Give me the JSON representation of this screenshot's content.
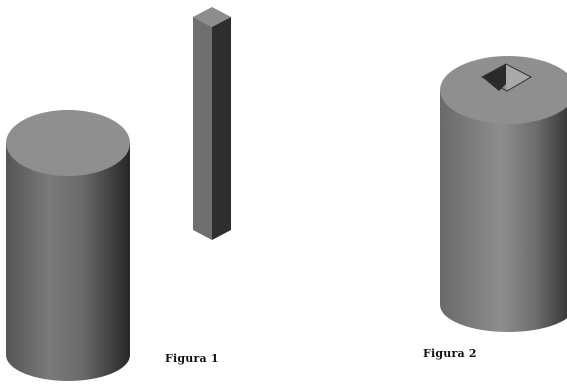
{
  "figures": [
    {
      "caption": "Figura 1",
      "parts": [
        {
          "shape": "cylinder"
        },
        {
          "shape": "square prism"
        }
      ]
    },
    {
      "caption": "Figura 2",
      "parts": [
        {
          "shape": "cylinder with square hole"
        }
      ]
    }
  ],
  "colors": {
    "background": "#ffffff",
    "top_face": "#8f8f8f",
    "body_light": "#8a8a8a",
    "body_dark": "#2a2a2a",
    "hole_dark": "#2a2a2a",
    "hole_light": "#a8a8a8"
  }
}
